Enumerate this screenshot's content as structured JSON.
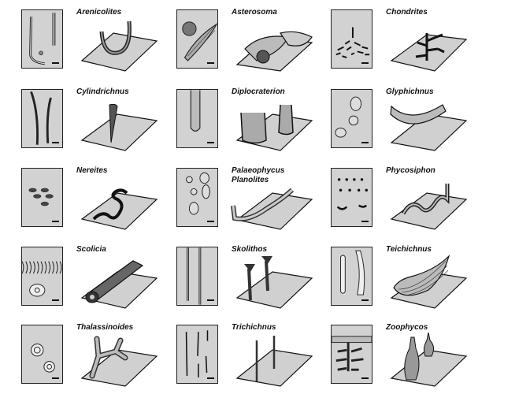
{
  "figure": {
    "type": "trace-fossil ichnogenera illustration plate",
    "layout": {
      "columns": 3,
      "rows": 5
    },
    "panels": [
      {
        "name": "Arenicolites",
        "motif": "u-tube"
      },
      {
        "name": "Asterosoma",
        "motif": "bulbous-fan"
      },
      {
        "name": "Chondrites",
        "motif": "branching"
      },
      {
        "name": "Cylindrichnus",
        "motif": "conical-tube"
      },
      {
        "name": "Diplocraterion",
        "motif": "spreite-u"
      },
      {
        "name": "Glyphichnus",
        "motif": "curved-tube"
      },
      {
        "name": "Nereites",
        "motif": "meander"
      },
      {
        "name": "Palaeophycus\nPlanolites",
        "line1": "Palaeophycus",
        "line2": "Planolites",
        "motif": "horizontal-tube"
      },
      {
        "name": "Phycosiphon",
        "motif": "small-spreite"
      },
      {
        "name": "Scolicia",
        "motif": "backfilled-trail"
      },
      {
        "name": "Skolithos",
        "motif": "vertical-pipes"
      },
      {
        "name": "Teichichnus",
        "motif": "stacked-spreite"
      },
      {
        "name": "Thalassinoides",
        "motif": "y-branch"
      },
      {
        "name": "Trichichnus",
        "motif": "thin-vertical"
      },
      {
        "name": "Zoophycos",
        "motif": "helical-spreite"
      }
    ]
  },
  "colors": {
    "fill_gray": "#d9d9d9",
    "ink": "#111111",
    "background": "#ffffff"
  }
}
